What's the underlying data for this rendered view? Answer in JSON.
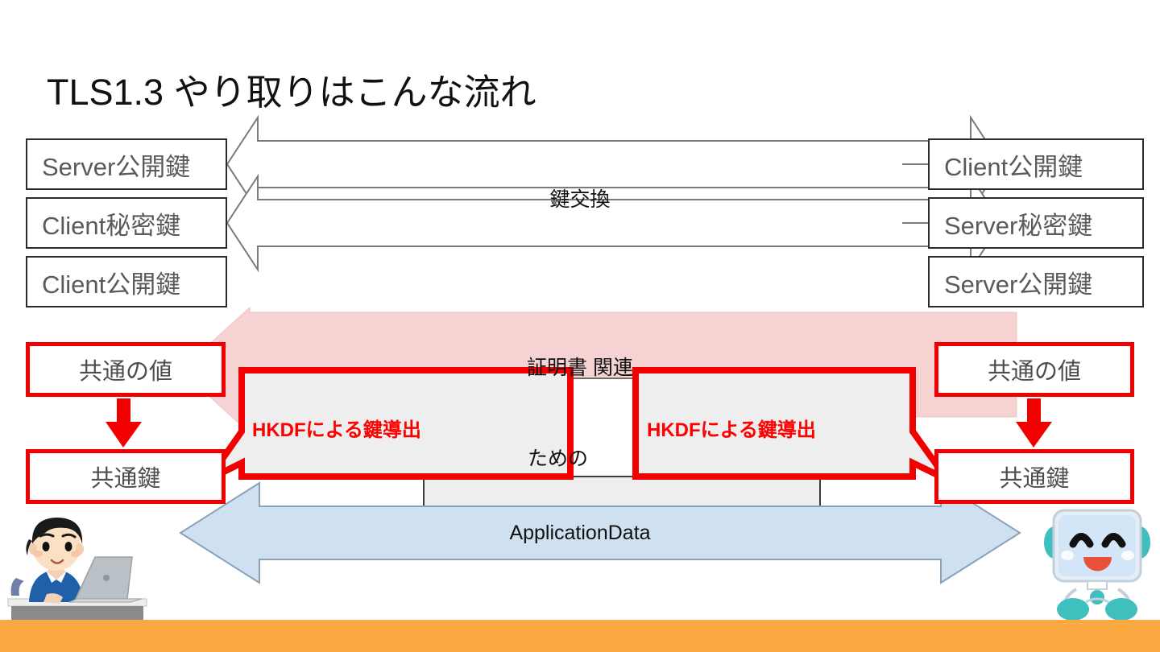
{
  "slide": {
    "title": "TLS1.3 やり取りはこんな流れ",
    "accent_red": "#f20000",
    "accent_orange": "#faa942",
    "arrow_pink": "#f6d2d2",
    "arrow_blue": "#cfe0f0",
    "callout_fill": "#eeeeee"
  },
  "left_column": {
    "keys": [
      {
        "label": "Server公開鍵"
      },
      {
        "label": "Client秘密鍵"
      },
      {
        "label": "Client公開鍵"
      }
    ],
    "derived_value": "共通の値",
    "derived_key": "共通鍵"
  },
  "right_column": {
    "keys": [
      {
        "label": "Client公開鍵"
      },
      {
        "label": "Server秘密鍵"
      },
      {
        "label": "Server公開鍵"
      }
    ],
    "derived_value": "共通の値",
    "derived_key": "共通鍵"
  },
  "flows": {
    "key_exchange": "鍵交換",
    "certificate": "証明書 関連",
    "handshake_partial": "ための",
    "application_data": "ApplicationData"
  },
  "callouts": [
    {
      "text": "HKDFによる鍵導出"
    },
    {
      "text": "HKDFによる鍵導出"
    }
  ],
  "illustrations": {
    "left": "person-at-laptop-illustration",
    "right": "smiling-robot-illustration"
  }
}
